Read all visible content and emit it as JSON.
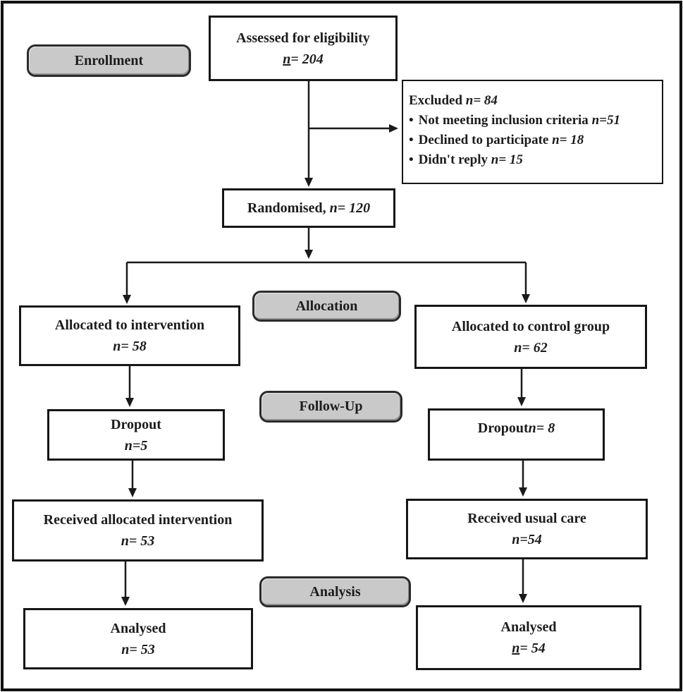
{
  "diagram": {
    "type": "consort-flow-diagram",
    "bullet_glyph": "•",
    "colors": {
      "stage_label_bg": "#c9c9c9",
      "box_border": "#161616",
      "background": "#ffffff",
      "text": "#1c1c1c"
    },
    "stages": {
      "enrollment": "Enrollment",
      "allocation": "Allocation",
      "followup": "Follow-Up",
      "analysis": "Analysis"
    },
    "nodes": {
      "assessed": {
        "title": "Assessed for eligibility",
        "n_letter": "n",
        "n_rest": "= 204"
      },
      "excluded": {
        "title": "Excluded ",
        "n_letter": "n",
        "n_rest": "= 84",
        "bullets": [
          {
            "text": "Not meeting inclusion criteria ",
            "n": "n=51"
          },
          {
            "text": "Declined to participate ",
            "n": "n= 18"
          },
          {
            "text": "Didn't reply ",
            "n": "n= 15"
          }
        ]
      },
      "randomised": {
        "title": "Randomised, ",
        "n_letter": "n",
        "n_rest": "= 120"
      },
      "allocated_intervention": {
        "title": "Allocated to intervention",
        "n_letter": "n",
        "n_rest": "= 58"
      },
      "allocated_control": {
        "title": "Allocated to control group",
        "n_letter": "n",
        "n_rest": "= 62"
      },
      "dropout_intervention": {
        "title": "Dropout",
        "n_letter": "n",
        "n_rest": "=5"
      },
      "dropout_control": {
        "title": "Dropout",
        "n_letter": "n",
        "n_rest": "= 8"
      },
      "received_intervention": {
        "title": "Received allocated intervention",
        "n_letter": "n",
        "n_rest": "= 53"
      },
      "received_control": {
        "title": "Received usual care",
        "n_letter": "n",
        "n_rest": "=54"
      },
      "analysed_intervention": {
        "title": "Analysed",
        "n_letter": "n",
        "n_rest": "= 53"
      },
      "analysed_control": {
        "title": "Analysed",
        "n_letter": "n",
        "n_rest": "= 54"
      }
    }
  }
}
